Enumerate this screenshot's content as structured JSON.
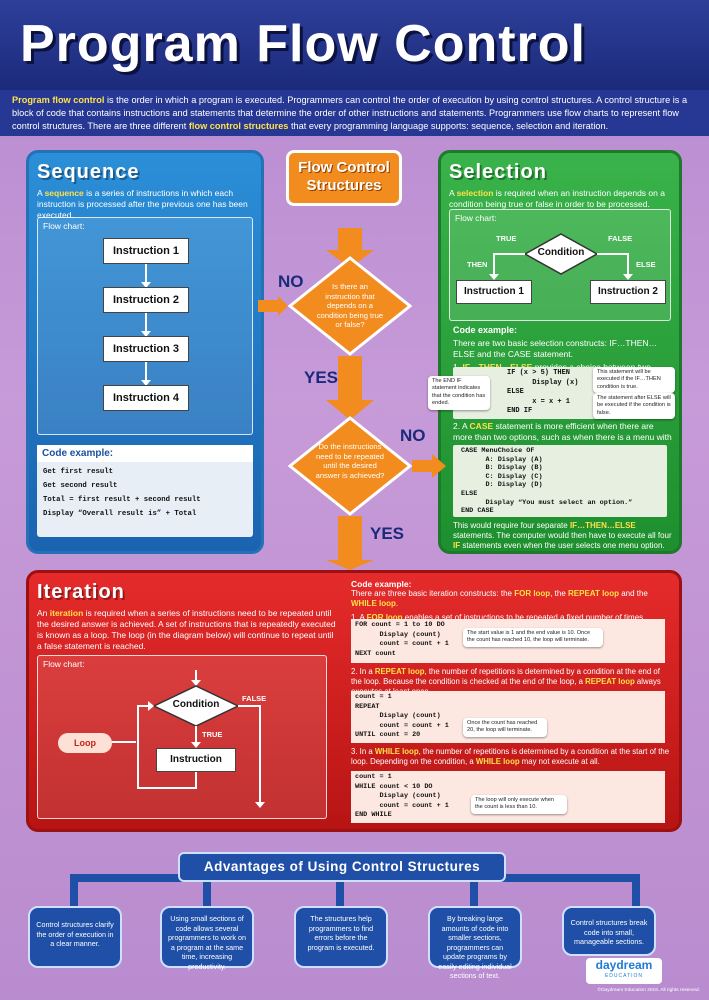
{
  "title": "Program Flow Control",
  "intro": {
    "lead": "Program flow control",
    "text1": " is the order in which a program is executed. Programmers can control the order of execution by using control structures. A control structure is a block of code that contains instructions and statements that determine the order of other instructions and statements. Programmers use flow charts to represent flow control structures. There are three different ",
    "hl2": "flow control structures",
    "text2": " that every programming language supports: sequence, selection and iteration."
  },
  "sequence": {
    "heading": "Sequence",
    "desc_pre": "A ",
    "desc_hl": "sequence",
    "desc_post": " is a series of instructions in which each instruction is processed after the previous one has been executed.",
    "flow_label": "Flow chart:",
    "instructions": [
      "Instruction 1",
      "Instruction 2",
      "Instruction 3",
      "Instruction 4"
    ],
    "code_label": "Code example:",
    "code": [
      "Get first result",
      "Get second result",
      "Total = first result + second result",
      "Display “Overall result is” + Total"
    ]
  },
  "center": {
    "title_line1": "Flow Control",
    "title_line2": "Structures",
    "q1": "Is there an instruction that depends on a condition being true or false?",
    "q2": "Do the instructions need to be repeated until the desired answer is achieved?",
    "no1": "NO",
    "yes1": "YES",
    "no2": "NO",
    "yes2": "YES"
  },
  "selection": {
    "heading": "Selection",
    "desc_pre": "A ",
    "desc_hl": "selection",
    "desc_post": " is required when an instruction depends on a condition being true or false in order to be processed.",
    "flow_label": "Flow chart:",
    "true_label": "TRUE",
    "false_label": "FALSE",
    "then_label": "THEN",
    "else_label": "ELSE",
    "condition": "Condition",
    "instr1": "Instruction 1",
    "instr2": "Instruction 2",
    "code_heading": "Code example:",
    "code_intro": "There are two basic selection constructs: IF…THEN…ELSE and the CASE statement.",
    "item1_num": "1. ",
    "item1_hl": "IF…THEN…ELSE",
    "item1_text": " provides a choice between two options.",
    "code1": "IF (x > 5) THEN\n      Display (x)\nELSE\n      x = x + 1\nEND IF",
    "bubble_then": "This statement will be executed if the IF…THEN condition is true.",
    "bubble_else": "The statement after ELSE will be executed if the condition is false.",
    "bubble_endif": "The END IF statement indicates that the condition has ended.",
    "item2_num": "2. A ",
    "item2_hl": "CASE",
    "item2_text": " statement is more efficient when there are more than two options, such as when there is a menu with multiple options.",
    "code2": "CASE MenuChoice OF\n      A: Display (A)\n      B: Display (B)\n      C: Display (C)\n      D: Display (D)\nELSE\n      Display “You must select an option.”\nEND CASE",
    "outro_a": "This would require four separate ",
    "outro_hl1": "IF…THEN…ELSE",
    "outro_b": " statements. The computer would then have to execute all four ",
    "outro_hl2": "IF",
    "outro_c": " statements even when the user selects one menu option."
  },
  "iteration": {
    "heading": "Iteration",
    "desc_pre": "An ",
    "desc_hl": "iteration",
    "desc_post": " is required when a series of instructions need to be repeated until the desired answer is achieved. A set of instructions that is repeatedly executed is known as a loop. The loop (in the diagram below) will continue to repeat until a false statement is reached.",
    "flow_label": "Flow chart:",
    "condition": "Condition",
    "false_label": "FALSE",
    "true_label": "TRUE",
    "instruction": "Instruction",
    "loop": "Loop",
    "code_heading": "Code example:",
    "code_intro_a": "There are three basic iteration constructs: the ",
    "hl_for": "FOR loop",
    "code_intro_b": ", the ",
    "hl_repeat": "REPEAT loop",
    "code_intro_c": " and the ",
    "hl_while": "WHILE loop",
    "code_intro_d": ".",
    "i1_a": "1. A ",
    "i1_hl": "FOR loop",
    "i1_b": " enables a set of instructions to be repeated a fixed number of times.",
    "code_for": "FOR count = 1 to 10 DO\n      Display (count)\n      count = count + 1\nNEXT count",
    "bubble_for": "The start value is 1 and the end value is 10. Once the count has reached 10, the loop will terminate.",
    "i2_a": "2. In a ",
    "i2_hl": "REPEAT loop",
    "i2_b": ", the number of repetitions is determined by a condition at the end of the loop. Because the condition is checked at the end of the loop, a ",
    "i2_hl2": "REPEAT loop",
    "i2_c": " always executes at least once.",
    "code_repeat": "count = 1\nREPEAT\n      Display (count)\n      count = count + 1\nUNTIL count = 20",
    "bubble_repeat": "Once the count has reached 20, the loop will terminate.",
    "i3_a": "3. In a ",
    "i3_hl": "WHILE loop",
    "i3_b": ", the number of repetitions is determined by a condition at the start of the loop. Depending on the condition, a ",
    "i3_hl2": "WHILE loop",
    "i3_c": " may not execute at all.",
    "code_while": "count = 1\nWHILE count < 10 DO\n      Display (count)\n      count = count + 1\nEND WHILE",
    "bubble_while": "The loop will only execute when the count is less than 10."
  },
  "advantages": {
    "heading": "Advantages of Using Control Structures",
    "items": [
      "Control structures clarify the order of execution in a clear manner.",
      "Using small sections of code allows several programmers to work on a program at the same time, increasing productivity.",
      "The structures help programmers to find errors before the program is executed.",
      "By breaking large amounts of code into smaller sections, programmers can update programs by easily editing individual sections of text.",
      "Control structures break code into small, manageable sections."
    ]
  },
  "logo": {
    "name": "daydream",
    "sub": "EDUCATION"
  },
  "copyright": "©Daydream Education 2016. All rights reserved."
}
